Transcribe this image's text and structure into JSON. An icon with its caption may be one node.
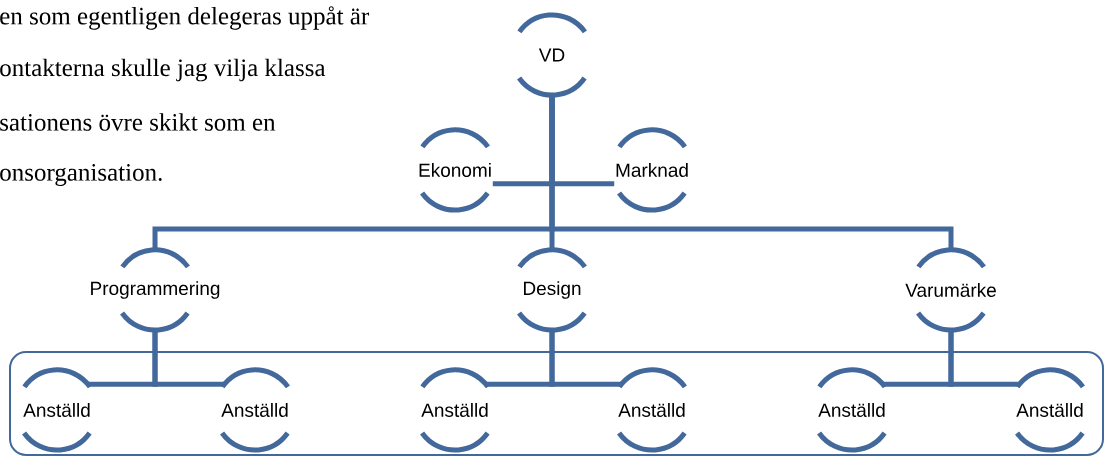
{
  "diagram": {
    "nodes": [
      {
        "text": [
          "VD"
        ]
      },
      {
        "text": [
          "Ekonomi"
        ]
      },
      {
        "text": [
          "Marknad"
        ]
      },
      {
        "text": [
          "Programmering"
        ]
      },
      {
        "text": [
          "Design"
        ]
      },
      {
        "text": [
          "Varumärke"
        ]
      },
      {
        "text": [],
        "shape": "box"
      },
      {
        "text": [
          "Anställd"
        ],
        "in": 6
      },
      {
        "text": [
          "Anställd"
        ],
        "in": 6
      },
      {
        "text": [
          "Anställd"
        ],
        "in": 6
      },
      {
        "text": [
          "Anställd"
        ],
        "in": 6
      },
      {
        "text": [
          "Anställd"
        ],
        "in": 6
      },
      {
        "text": [
          "Anställd"
        ],
        "in": 6
      }
    ],
    "edges": [
      {
        "from": 0,
        "to": 1,
        "arrow": "none"
      },
      {
        "from": 0,
        "to": 2,
        "arrow": "none"
      },
      {
        "from": 0,
        "to": 3,
        "arrow": "none"
      },
      {
        "from": 0,
        "to": 4,
        "arrow": "none"
      },
      {
        "from": 0,
        "to": 5,
        "arrow": "none"
      },
      {
        "from": 3,
        "to": 7,
        "arrow": "none"
      },
      {
        "from": 3,
        "to": 8,
        "arrow": "none"
      },
      {
        "from": 4,
        "to": 9,
        "arrow": "none"
      },
      {
        "from": 4,
        "to": 10,
        "arrow": "none"
      },
      {
        "from": 5,
        "to": 11,
        "arrow": "none"
      },
      {
        "from": 5,
        "to": 12,
        "arrow": "none"
      }
    ],
    "labels": [
      "en som egentligen delegeras uppåt är",
      "ontakterna skulle jag vilja klassa",
      "sationens övre skikt som en",
      "onsorganisation."
    ]
  }
}
